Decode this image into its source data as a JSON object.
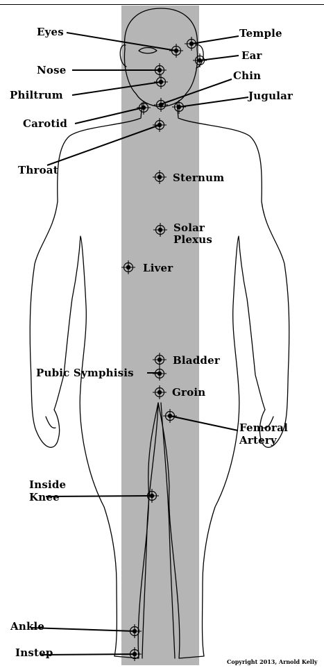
{
  "labels": {
    "eyes": "Eyes",
    "temple": "Temple",
    "ear": "Ear",
    "nose": "Nose",
    "chin": "Chin",
    "philtrum": "Philtrum",
    "jugular": "Jugular",
    "carotid": "Carotid",
    "throat": "Throat",
    "sternum": "Sternum",
    "solar_plexus_1": "Solar",
    "solar_plexus_2": "Plexus",
    "liver": "Liver",
    "bladder": "Bladder",
    "pubic_symphisis": "Pubic Symphisis",
    "groin": "Groin",
    "femoral_artery_1": "Femoral",
    "femoral_artery_2": "Artery",
    "inside_knee_1": "Inside",
    "inside_knee_2": "Knee",
    "ankle": "Ankle",
    "instep": "Instep"
  },
  "copyright": "Copyright 2013, Arnold Kelly",
  "colors": {
    "band": "#b5b5b5",
    "outline": "#000000",
    "background": "#ffffff"
  }
}
